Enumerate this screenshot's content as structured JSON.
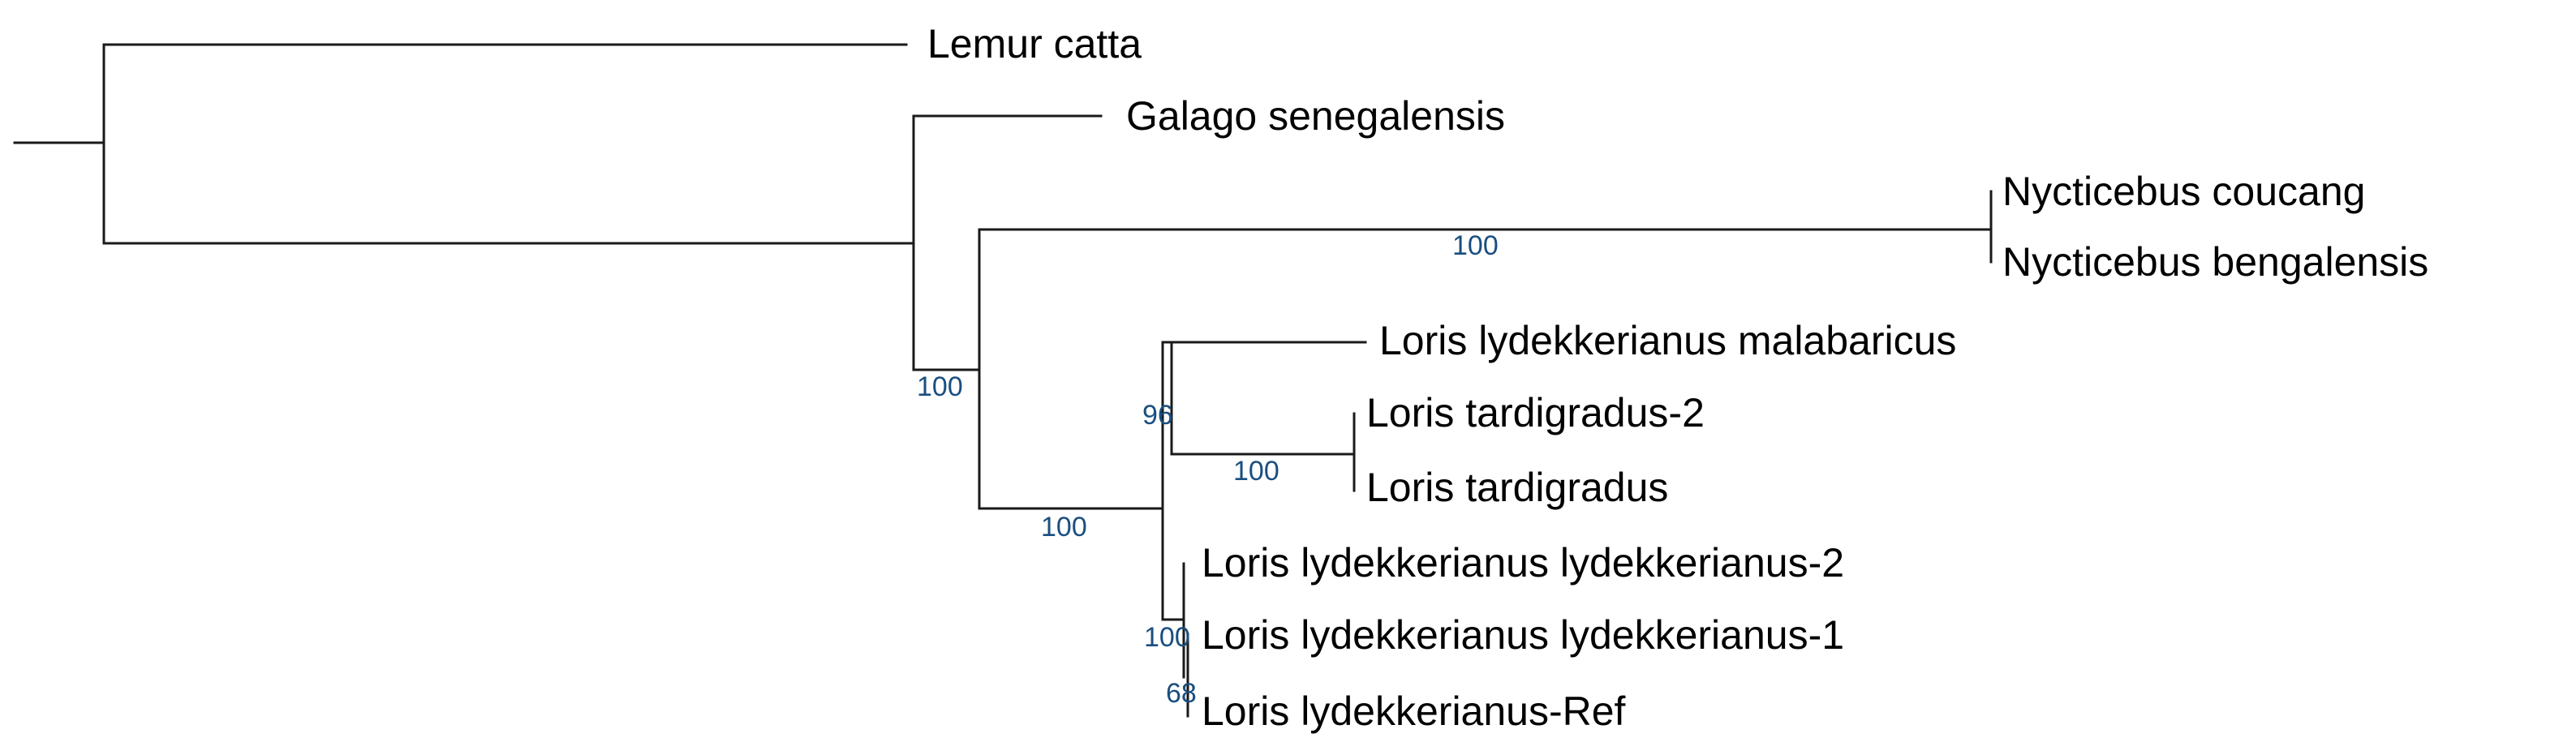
{
  "colors": {
    "branch": "#1a1a1a",
    "label": "#000000",
    "support": "#1a4f80"
  },
  "taxa": {
    "lemur_catta": "Lemur catta",
    "galago_senegalensis": "Galago senegalensis",
    "nycticebus_coucang": "Nycticebus coucang",
    "nycticebus_bengalensis": "Nycticebus bengalensis",
    "loris_lyd_malabaricus": "Loris lydekkerianus malabaricus",
    "loris_tardigradus_2": "Loris tardigradus-2",
    "loris_tardigradus": "Loris tardigradus",
    "loris_lyd_lyd_2": "Loris lydekkerianus lydekkerianus-2",
    "loris_lyd_lyd_1": "Loris lydekkerianus lydekkerianus-1",
    "loris_lyd_ref": "Loris lydekkerianus-Ref"
  },
  "support": {
    "galago_sister_clade": "100",
    "nycticebus_clade": "100",
    "loris_clade": "100",
    "malabaricus_tardigradus_clade": "96",
    "tardigradus_clade": "100",
    "lydekkerianus_clade": "100",
    "lyd_1_ref_clade": "68"
  }
}
